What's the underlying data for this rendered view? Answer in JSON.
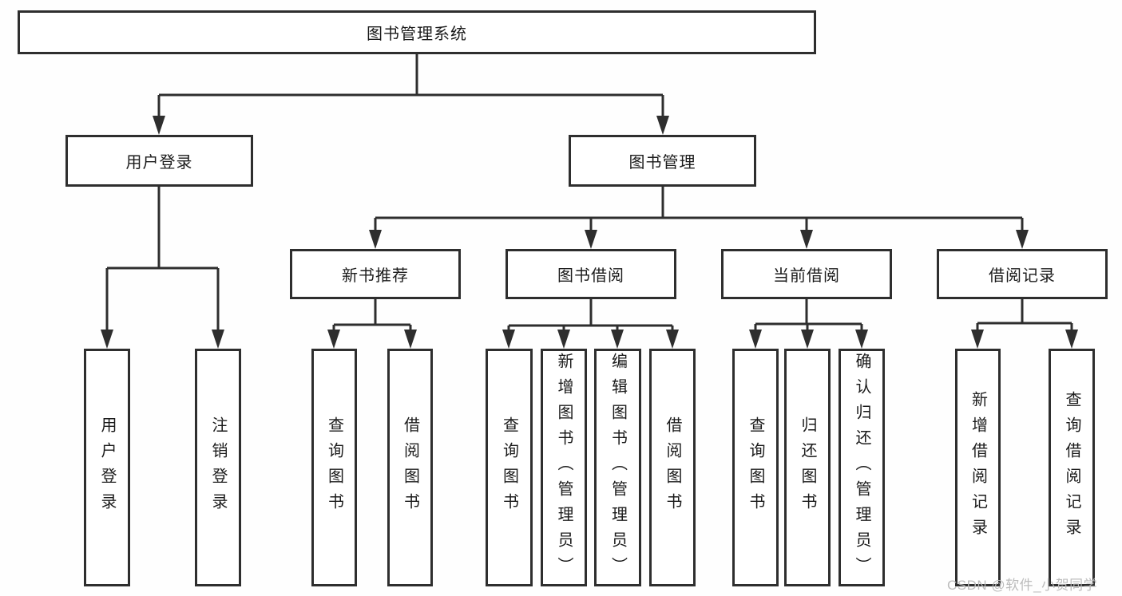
{
  "title": "图书管理系统",
  "tree": {
    "root": {
      "label": "图书管理系统"
    },
    "branches": [
      {
        "label": "用户登录",
        "children": [
          {
            "label": "用户登录"
          },
          {
            "label": "注销登录"
          }
        ]
      },
      {
        "label": "图书管理",
        "children": [
          {
            "label": "新书推荐",
            "children": [
              {
                "label": "查询图书"
              },
              {
                "label": "借阅图书"
              }
            ]
          },
          {
            "label": "图书借阅",
            "children": [
              {
                "label": "查询图书"
              },
              {
                "label": "新增图书（管理员）"
              },
              {
                "label": "编辑图书（管理员）"
              },
              {
                "label": "借阅图书"
              }
            ]
          },
          {
            "label": "当前借阅",
            "children": [
              {
                "label": "查询图书"
              },
              {
                "label": "归还图书"
              },
              {
                "label": "确认归还（管理员）"
              }
            ]
          },
          {
            "label": "借阅记录",
            "children": [
              {
                "label": "新增借阅记录"
              },
              {
                "label": "查询借阅记录"
              }
            ]
          }
        ]
      }
    ]
  },
  "watermark": "CSDN @软件_小贺同学",
  "colors": {
    "line": "#2e2e2e",
    "box_border": "#2e2e2e",
    "box_fill": "#ffffff",
    "text": "#1b1b1b",
    "watermark": "#b9b9b9",
    "background": "#fefefe"
  }
}
